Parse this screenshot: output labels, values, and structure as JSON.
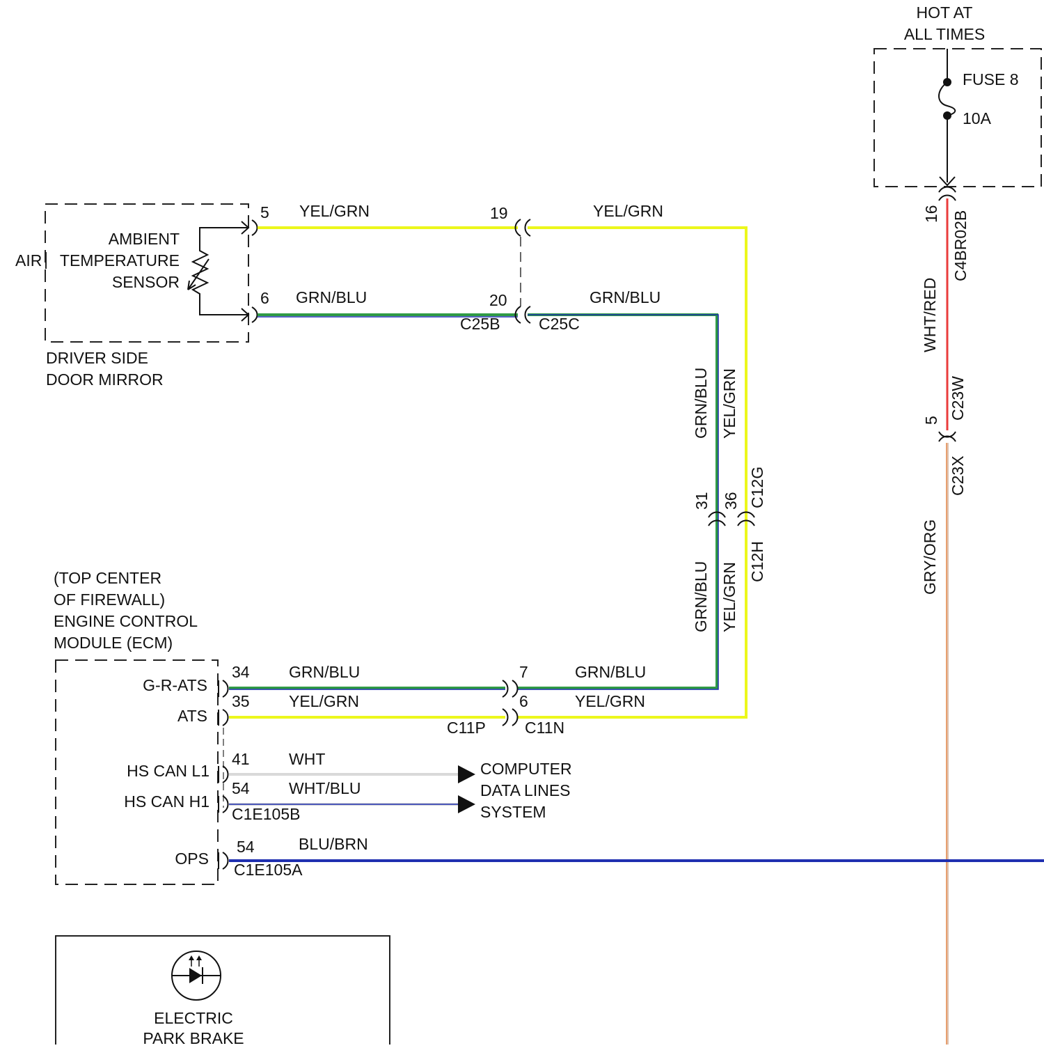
{
  "power": {
    "hot_line1": "HOT AT",
    "hot_line2": "ALL TIMES",
    "fuse_name": "FUSE 8",
    "fuse_rating": "10A"
  },
  "sensor": {
    "line1": "AMBIENT",
    "line2a": "AIR",
    "line2b": "TEMPERATURE",
    "line3": "SENSOR",
    "loc1": "DRIVER SIDE",
    "loc2": "DOOR MIRROR",
    "pin_top": "5",
    "pin_bottom": "6"
  },
  "ecm": {
    "loc1": "(TOP CENTER",
    "loc2": "OF FIREWALL)",
    "name1": "ENGINE CONTROL",
    "name2": "MODULE (ECM)",
    "pins": [
      {
        "signal": "G-R-ATS",
        "pin": "34"
      },
      {
        "signal": "ATS",
        "pin": "35"
      },
      {
        "signal": "HS CAN L1",
        "pin": "41"
      },
      {
        "signal": "HS CAN H1",
        "pin": "54"
      },
      {
        "signal": "OPS",
        "pin": "54"
      }
    ],
    "connector_b": "C1E105B",
    "connector_a": "C1E105A"
  },
  "wires": {
    "yel_grn": "YEL/GRN",
    "grn_blu": "GRN/BLU",
    "wht": "WHT",
    "wht_blu": "WHT/BLU",
    "blu_brn": "BLU/BRN",
    "wht_red": "WHT/RED",
    "gry_org": "GRY/ORG"
  },
  "connectors": {
    "c25b": "C25B",
    "c25c": "C25C",
    "c25_pin_top": "19",
    "c25_pin_bottom": "20",
    "c12g": "C12G",
    "c12h": "C12H",
    "c12_pin_left": "31",
    "c12_pin_right": "36",
    "c11p": "C11P",
    "c11n": "C11N",
    "c11_pin_top": "7",
    "c11_pin_bottom": "6",
    "c4br02b": "C4BR02B",
    "c4_pin": "16",
    "c23w": "C23W",
    "c23x": "C23X",
    "c23_pin": "5"
  },
  "can_target": {
    "line1": "COMPUTER",
    "line2": "DATA LINES",
    "line3": "SYSTEM"
  },
  "epb": {
    "line1": "ELECTRIC",
    "line2": "PARK BRAKE"
  },
  "colors": {
    "yellow": "#ecf71c",
    "green": "#2f9a45",
    "blue": "#1f2fb0",
    "red": "#ea3c3c",
    "orange": "#e8a070",
    "gray": "#d9d9d9",
    "dark": "#111111"
  }
}
